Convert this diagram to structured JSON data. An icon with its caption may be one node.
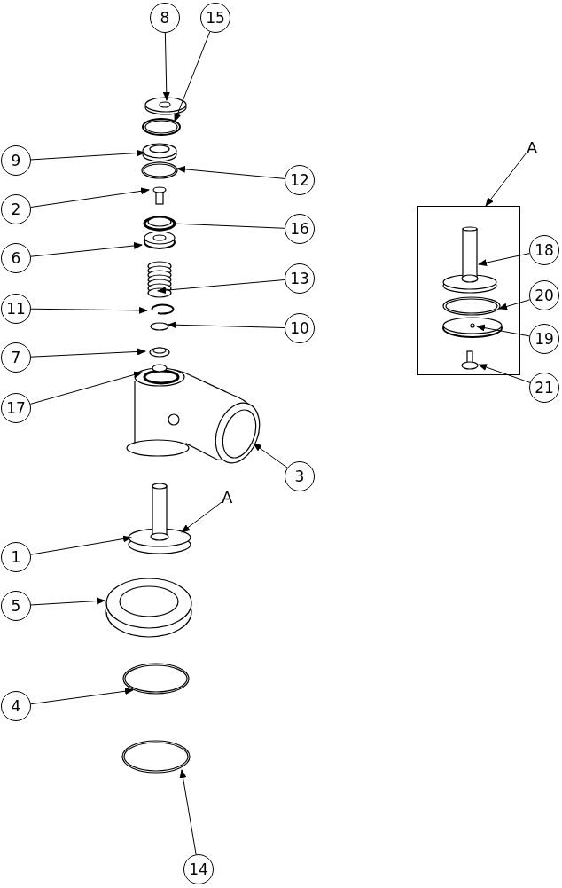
{
  "diagram": {
    "nodes": [
      {
        "text": [
          "8"
        ]
      },
      {
        "text": [
          "15"
        ]
      },
      {
        "text": [
          "A"
        ]
      },
      {
        "text": [],
        "shape": "box"
      },
      {
        "text": [
          "9"
        ]
      },
      {
        "text": [
          "12"
        ]
      },
      {
        "text": [
          "2"
        ]
      },
      {
        "text": [
          "16"
        ]
      },
      {
        "text": [
          "6"
        ]
      },
      {
        "text": [
          "18"
        ]
      },
      {
        "text": [
          "13"
        ]
      },
      {
        "text": [
          "20"
        ]
      },
      {
        "text": [
          "11"
        ]
      },
      {
        "text": [
          "10"
        ]
      },
      {
        "text": [
          "19"
        ]
      },
      {
        "text": [
          "7"
        ]
      },
      {
        "text": [
          "21"
        ]
      },
      {
        "text": [
          "17"
        ]
      },
      {
        "text": [
          "3"
        ]
      },
      {
        "text": [
          "A"
        ]
      },
      {
        "text": [
          "1"
        ]
      },
      {
        "text": [
          "5"
        ]
      },
      {
        "text": [
          "4"
        ]
      },
      {
        "text": [
          "14"
        ]
      },
      {
        "text": [],
        "shape": "picture",
        "in": 3
      },
      {
        "text": [],
        "shape": "picture",
        "in": 3
      },
      {
        "text": [],
        "shape": "picture",
        "in": 3
      },
      {
        "text": [],
        "shape": "picture",
        "in": 3
      }
    ],
    "edges": [
      {
        "from": 0,
        "to": null,
        "arrow": "to"
      },
      {
        "from": 1,
        "to": null,
        "arrow": "to"
      },
      {
        "from": 2,
        "to": 3,
        "arrow": "to"
      },
      {
        "from": 4,
        "to": null,
        "arrow": "to"
      },
      {
        "from": 5,
        "to": null,
        "arrow": "to"
      },
      {
        "from": 6,
        "to": null,
        "arrow": "to"
      },
      {
        "from": 7,
        "to": null,
        "arrow": "none"
      },
      {
        "from": 8,
        "to": null,
        "arrow": "to"
      },
      {
        "from": 9,
        "to": 24,
        "arrow": "to"
      },
      {
        "from": 10,
        "to": null,
        "arrow": "to"
      },
      {
        "from": 11,
        "to": 25,
        "arrow": "to"
      },
      {
        "from": 12,
        "to": null,
        "arrow": "to"
      },
      {
        "from": 13,
        "to": null,
        "arrow": "to"
      },
      {
        "from": 14,
        "to": 26,
        "arrow": "to"
      },
      {
        "from": 15,
        "to": null,
        "arrow": "to"
      },
      {
        "from": 16,
        "to": 27,
        "arrow": "to"
      },
      {
        "from": 17,
        "to": null,
        "arrow": "to"
      },
      {
        "from": 18,
        "to": null,
        "arrow": "to"
      },
      {
        "from": 19,
        "to": null,
        "arrow": "to"
      },
      {
        "from": 20,
        "to": null,
        "arrow": "to"
      },
      {
        "from": 21,
        "to": null,
        "arrow": "to"
      },
      {
        "from": 22,
        "to": null,
        "arrow": "to"
      },
      {
        "from": 23,
        "to": null,
        "arrow": "to"
      }
    ]
  }
}
